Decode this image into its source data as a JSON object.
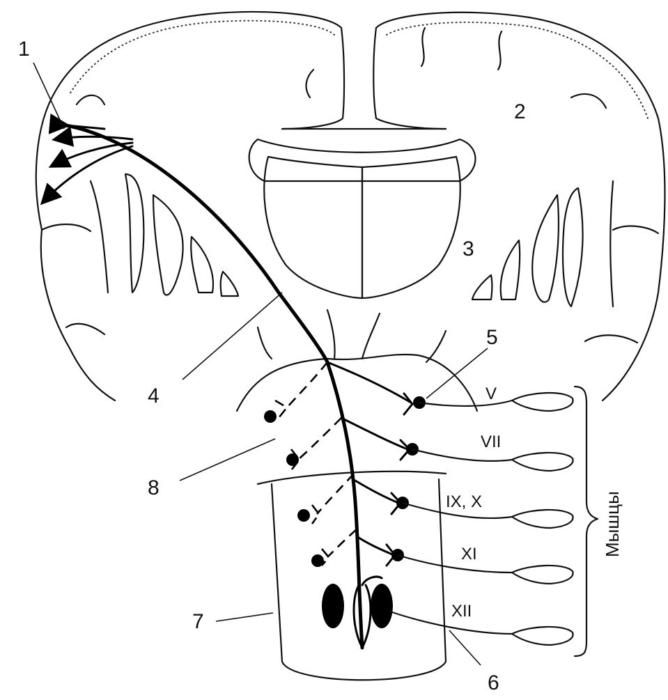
{
  "labels": {
    "n1": "1",
    "n2": "2",
    "n3": "3",
    "n4": "4",
    "n5": "5",
    "n6": "6",
    "n7": "7",
    "n8": "8"
  },
  "nerves": {
    "v": "V",
    "vii": "VII",
    "ix_x": "IX, X",
    "xi": "XI",
    "xii": "XII"
  },
  "muscles_label": "Мышцы",
  "colors": {
    "ink": "#111111",
    "background": "#ffffff"
  }
}
